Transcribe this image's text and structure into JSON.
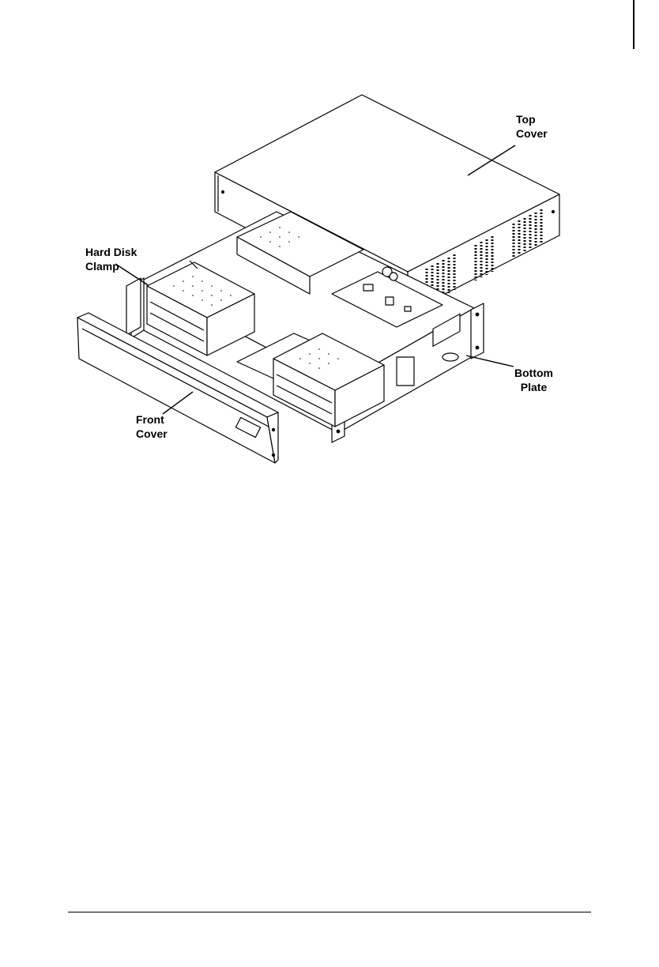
{
  "figure": {
    "callouts": {
      "top_cover": {
        "line1": "Top",
        "line2": "Cover"
      },
      "hard_disk_clamp": {
        "line1": "Hard Disk",
        "line2": "Clamp"
      },
      "bottom_plate": {
        "line1": "Bottom",
        "line2": "Plate"
      },
      "front_cover": {
        "line1": "Front",
        "line2": "Cover"
      }
    }
  },
  "colors": {
    "line": "#000000",
    "background": "#ffffff",
    "face_shade": "#f2f2f2"
  }
}
